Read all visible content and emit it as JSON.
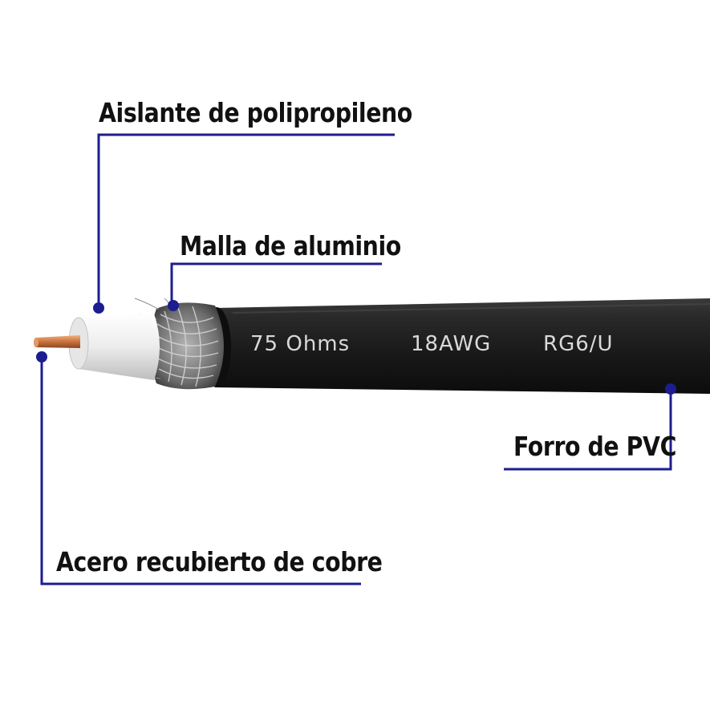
{
  "labels": {
    "aislante": "Aislante de polipropileno",
    "malla": "Malla de aluminio",
    "forro": "Forro de PVC",
    "acero": "Acero recubierto de cobre"
  },
  "cable_print": {
    "impedance": "75 Ohms",
    "gauge": "18AWG",
    "type": "RG6/U"
  },
  "colors": {
    "leader": "#1d1d8f",
    "jacket": "#1c1c1c",
    "print": "#d9d9d9",
    "copper": "#c8733e",
    "dielectric": "#f2f2f2"
  }
}
